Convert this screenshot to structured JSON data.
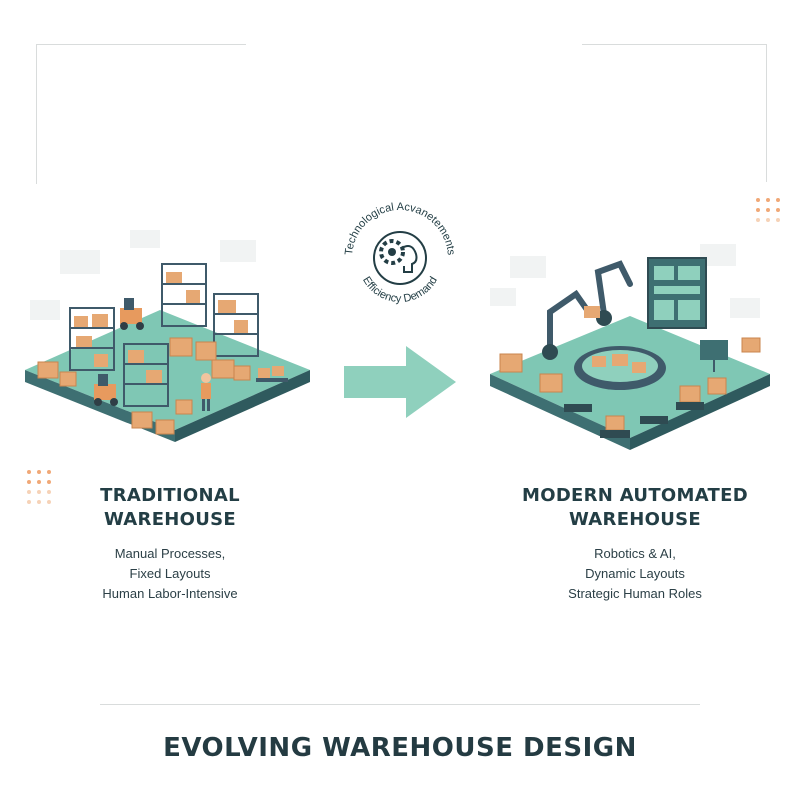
{
  "badge": {
    "top_text": "Technological Acvanetements",
    "bottom_text": "Efficiency Demand",
    "icon": "gear-head-icon"
  },
  "left": {
    "title_line1": "TRADITIONAL",
    "title_line2": "WAREHOUSE",
    "points": [
      "Manual Processes,",
      "Fixed Layouts",
      "Human Labor-Intensive"
    ]
  },
  "right": {
    "title_line1": "MODERN AUTOMATED",
    "title_line2": "WAREHOUSE",
    "points": [
      "Robotics & AI,",
      "Dynamic Layouts",
      "Strategic Human Roles"
    ]
  },
  "footer": {
    "title": "EVOLVING WAREHOUSE DESIGN"
  },
  "colors": {
    "floor": "#7fc7b4",
    "floor_side": "#3e6f72",
    "arrow": "#8fd0bd",
    "box": "#e6a873",
    "box_dark": "#c9844e",
    "accent_dots": "#f0a877",
    "text": "#233e45"
  }
}
